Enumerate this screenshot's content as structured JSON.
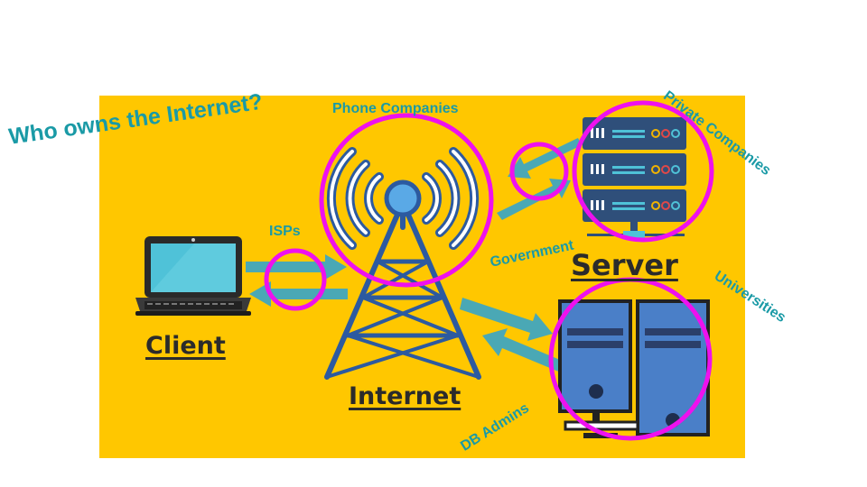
{
  "title": "Who owns the Internet?",
  "nodes": {
    "client": "Client",
    "internet": "Internet",
    "server": "Server"
  },
  "annotations": {
    "phone_companies": "Phone Companies",
    "private_companies": "Private Companies",
    "isps": "ISPs",
    "government": "Government",
    "universities": "Universities",
    "db_admins": "DB Admins"
  },
  "colors": {
    "panel": "#ffc700",
    "accent_text": "#1a9aa6",
    "highlight_circle": "#ee11ee",
    "arrow": "#4aa8b5",
    "tower": "#2c5aa0",
    "server": "#2f4f7a",
    "db_server": "#4a7fc8"
  }
}
